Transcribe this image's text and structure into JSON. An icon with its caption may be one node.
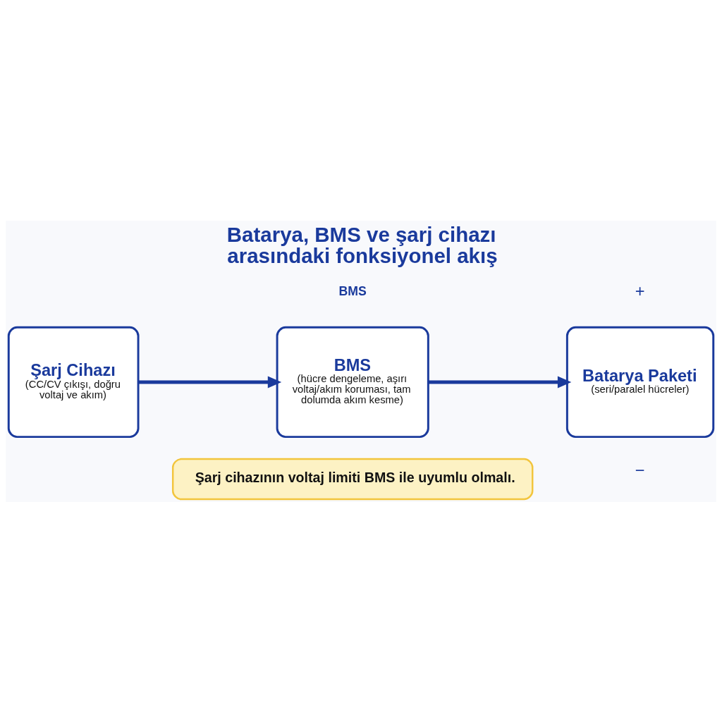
{
  "diagram": {
    "title": "Batarya, BMS ve şarj cihazı arasındaki fonksiyonel akış",
    "nodes": [
      {
        "text": [
          "Şarj Cihazı",
          "(CC/CV çıkışı, doğru voltaj ve akım)"
        ]
      },
      {
        "text": [
          "BMS",
          "(hücre dengeleme, aşırı voltaj/akım koruması, tam dolumda akım kesme)"
        ]
      },
      {
        "text": [
          "Batarya Paketi",
          "(seri/paralel hücreler)"
        ]
      },
      {
        "text": [
          "Şarj cihazının voltaj limiti BMS ile uyumlu olmalı."
        ]
      }
    ],
    "edges": [
      {
        "from": 0,
        "to": 1,
        "arrow": "to"
      },
      {
        "from": 1,
        "to": 2,
        "arrow": "to"
      }
    ],
    "labels": [
      "BMS",
      "+",
      "−"
    ]
  }
}
